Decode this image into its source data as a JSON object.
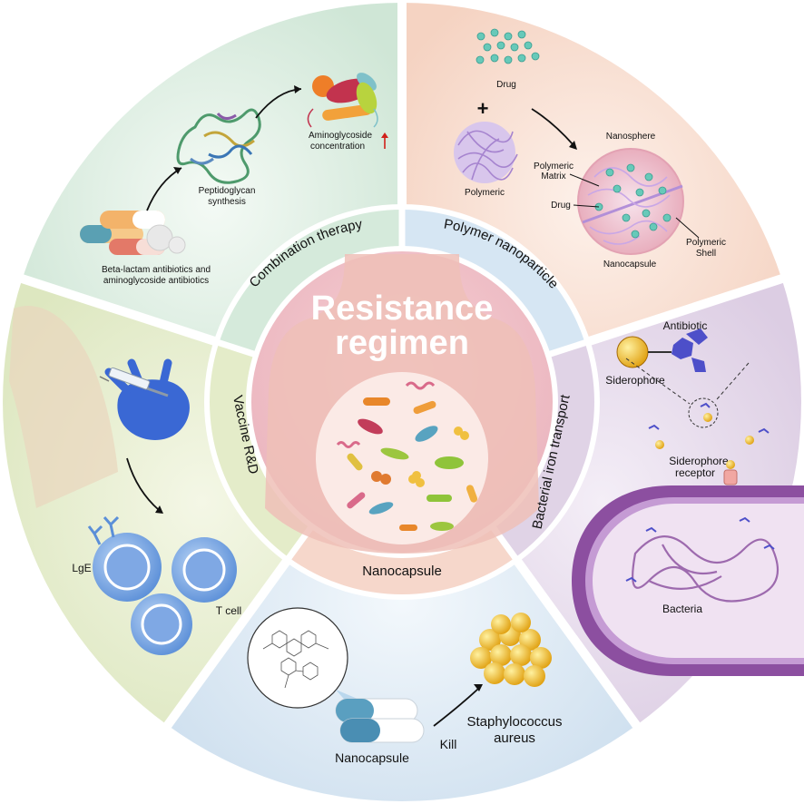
{
  "center": {
    "title_line1": "Resistance",
    "title_line2": "regimen"
  },
  "ring_labels": {
    "combination": "Combination therapy",
    "polymer": "Polymer nanoparticle",
    "iron": "Bacterial iron transport",
    "nanocapsule": "Nanocapsule",
    "vaccine": "Vaccine R&D"
  },
  "combination": {
    "antibiotics_line1": "Beta-lactam antibiotics and",
    "antibiotics_line2": "aminoglycoside antibiotics",
    "peptidoglycan_line1": "Peptidoglycan",
    "peptidoglycan_line2": "synthesis",
    "aminoglycoside_line1": "Aminoglycoside",
    "aminoglycoside_line2": "concentration"
  },
  "polymer": {
    "drug_top": "Drug",
    "plus": "+",
    "polymeric": "Polymeric",
    "nanosphere": "Nanosphere",
    "matrix_line1": "Polymeric",
    "matrix_line2": "Matrix",
    "drug_side": "Drug",
    "shell_line1": "Polymeric",
    "shell_line2": "Shell",
    "nanocapsule": "Nanocapsule"
  },
  "iron": {
    "antibiotic": "Antibiotic",
    "siderophore": "Siderophore",
    "receptor_line1": "Siderophore",
    "receptor_line2": "receptor",
    "bacteria": "Bacteria"
  },
  "nanocapsule_panel": {
    "nanocapsule": "Nanocapsule",
    "kill": "Kill",
    "staph_line1": "Staphylococcus",
    "staph_line2": "aureus"
  },
  "vaccine": {
    "lge": "LgE",
    "tcell": "T cell"
  },
  "colors": {
    "combination_bg": "#d9ecde",
    "polymer_bg": "#f8ddd0",
    "iron_bg": "#e3d8e8",
    "nanocapsule_bg": "#dbe8f3",
    "vaccine_bg": "#e4eccc",
    "center_bg": "#f2c4cc"
  }
}
